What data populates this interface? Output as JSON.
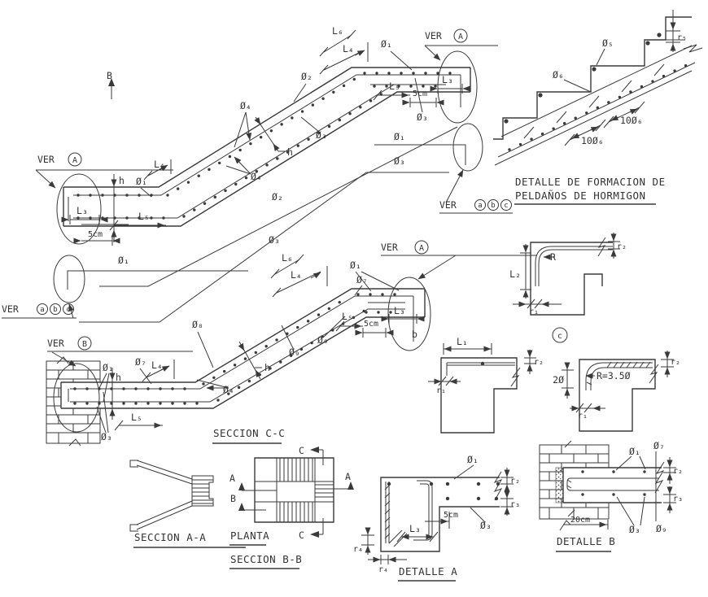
{
  "labels": {
    "ver": "VER",
    "A": "A",
    "B": "B",
    "C": "C",
    "a": "a",
    "b": "b",
    "c": "c",
    "phi1": "Ø₁",
    "phi2": "Ø₂",
    "phi3": "Ø₃",
    "phi4": "Ø₄",
    "phi5": "Ø₅",
    "phi6": "Ø₆",
    "phi7": "Ø₇",
    "phi8": "Ø₈",
    "phi9": "Ø₉",
    "L1": "L₁",
    "L2": "L₂",
    "L3": "L₃",
    "L4": "L₄",
    "L5": "L₅",
    "L6": "L₆",
    "r1": "r₁",
    "r2": "r₂",
    "r3": "r₃",
    "r4": "r₄",
    "r5": "r₅",
    "ten_phi6": "10Ø₆",
    "two_phi": "2Ø",
    "radius": "R",
    "radius_eq": "R=3.5Ø",
    "h": "h",
    "cm5": "5cm",
    "cm20": "20cm"
  },
  "titles": {
    "peldanos_1": "DETALLE DE FORMACION DE",
    "peldanos_2": "PELDAÑOS DE HORMIGON",
    "seccion_cc": "SECCION C-C",
    "seccion_aa": "SECCION A-A",
    "planta": "PLANTA",
    "seccion_bb": "SECCION B-B",
    "detalle_a": "DETALLE A",
    "detalle_b": "DETALLE B"
  }
}
